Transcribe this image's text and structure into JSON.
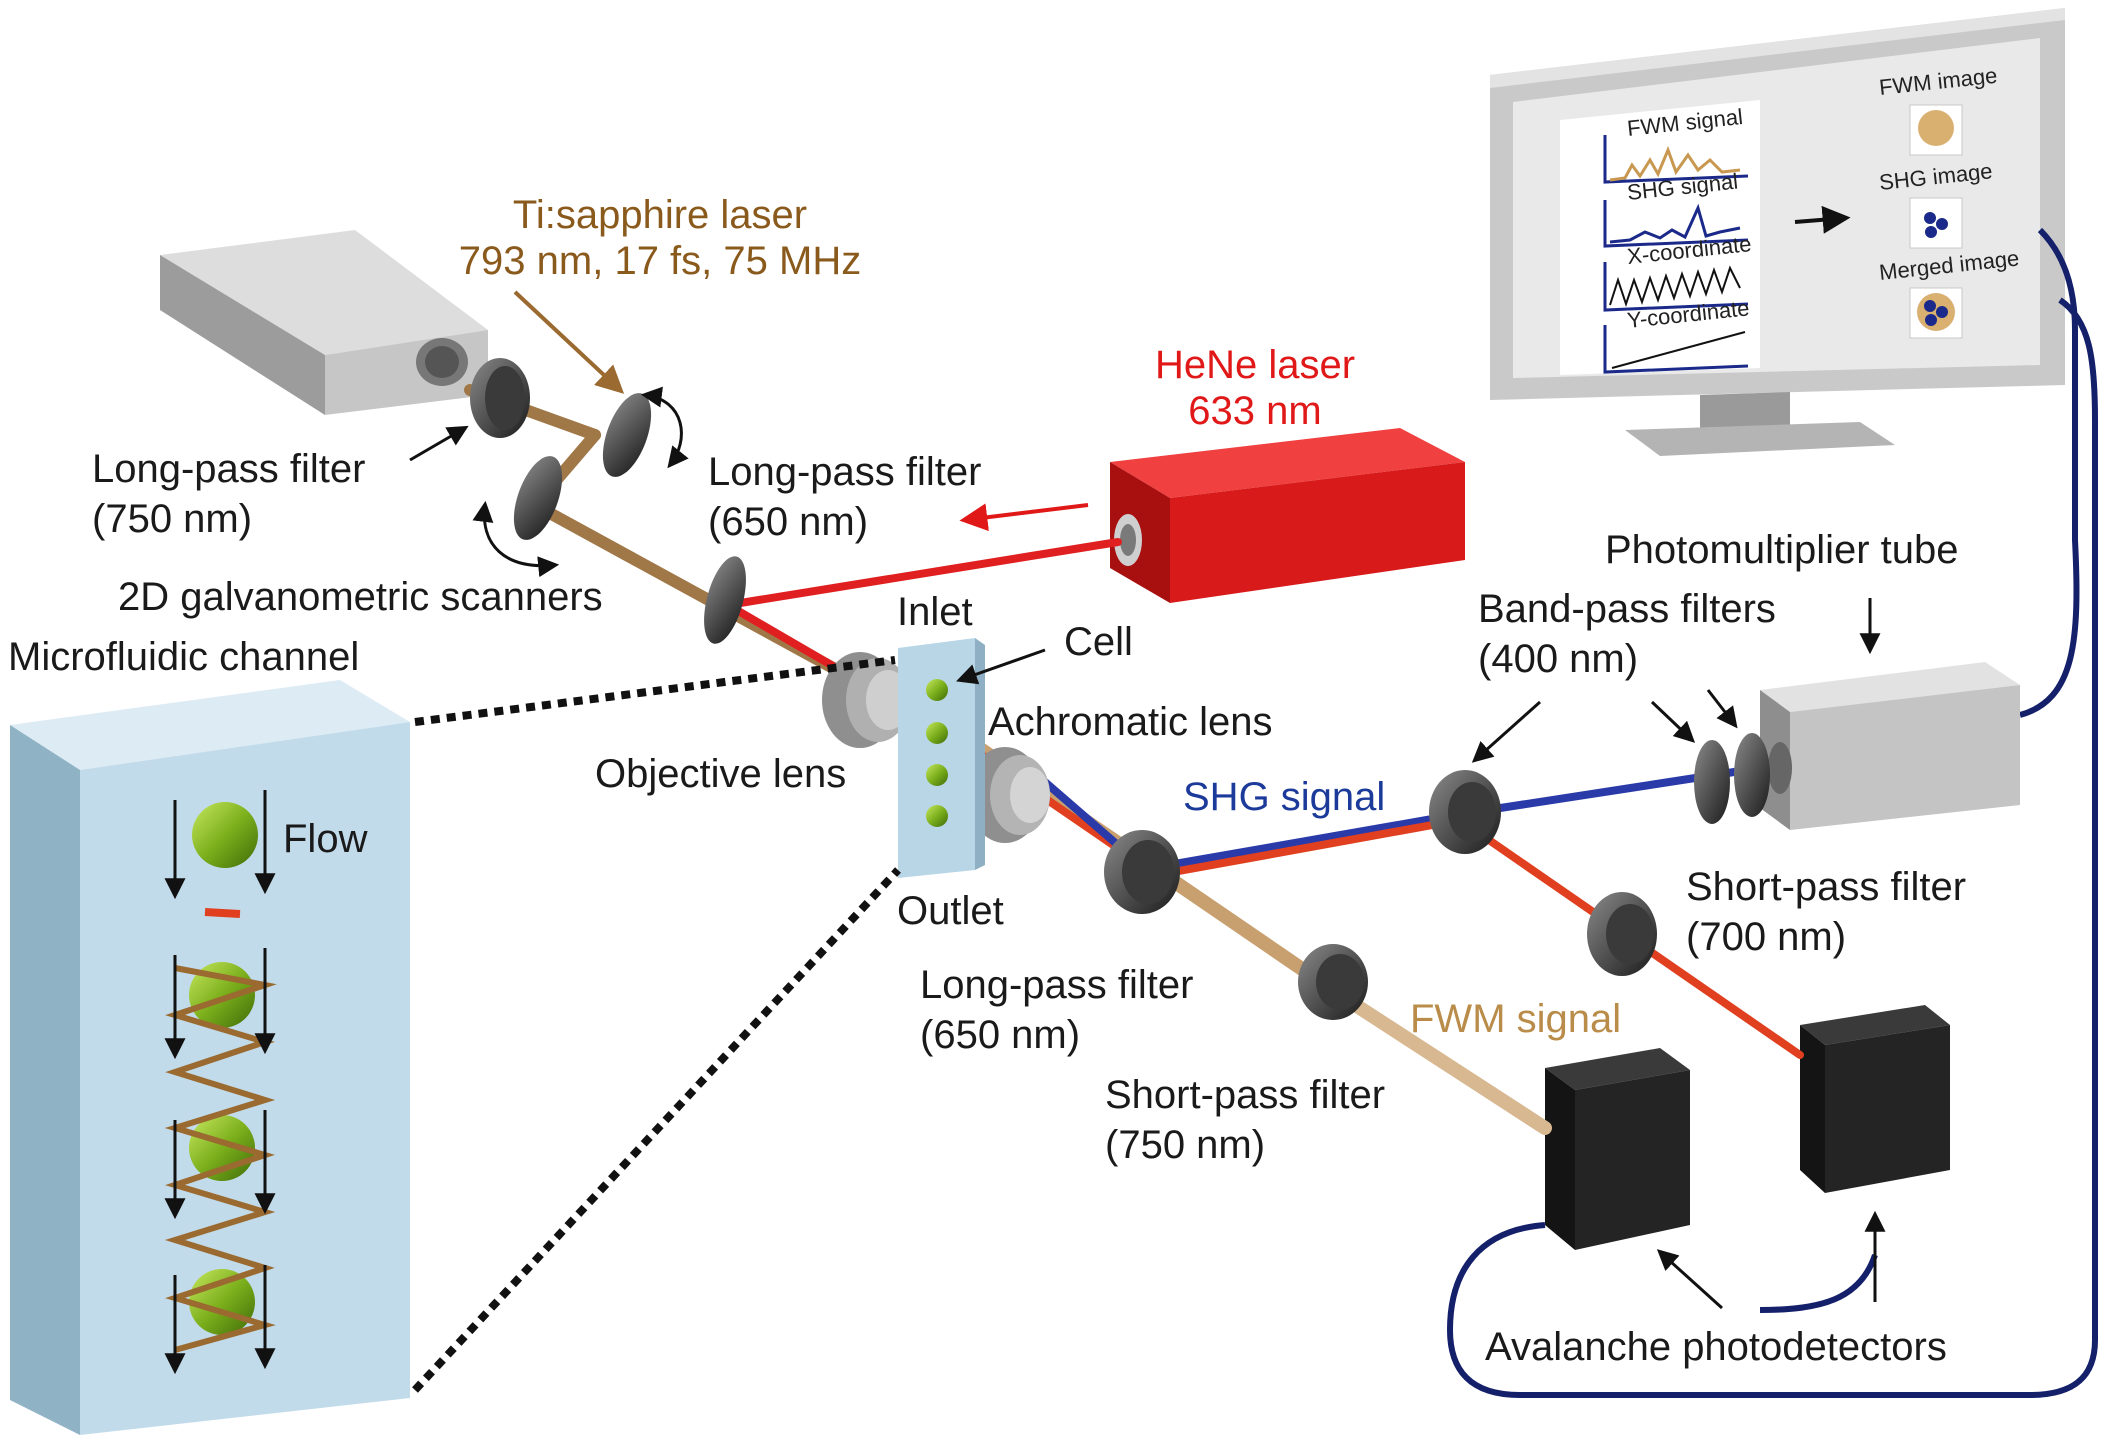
{
  "labels": {
    "ti_laser_line1": "Ti:sapphire laser",
    "ti_laser_line2": "793 nm, 17 fs, 75 MHz",
    "hene_line1": "HeNe laser",
    "hene_line2": "633 nm",
    "lpf750_line1": "Long-pass filter",
    "lpf750_line2": "(750 nm)",
    "galvo": "2D galvanometric scanners",
    "lpf650a_line1": "Long-pass filter",
    "lpf650a_line2": "(650 nm)",
    "microfluidic": "Microfluidic channel",
    "flow": "Flow",
    "inlet": "Inlet",
    "cell": "Cell",
    "achromatic": "Achromatic lens",
    "objective": "Objective lens",
    "outlet": "Outlet",
    "shg_signal": "SHG signal",
    "pmt": "Photomultiplier tube",
    "bpf_line1": "Band-pass filters",
    "bpf_line2": "(400 nm)",
    "spf700_line1": "Short-pass filter",
    "spf700_line2": "(700 nm)",
    "lpf650b_line1": "Long-pass filter",
    "lpf650b_line2": "(650 nm)",
    "fwm_signal": "FWM signal",
    "spf750_line1": "Short-pass filter",
    "spf750_line2": "(750 nm)",
    "apd": "Avalanche photodetectors"
  },
  "screen": {
    "fwm_signal": "FWM signal",
    "shg_signal": "SHG signal",
    "x_coord": "X-coordinate",
    "y_coord": "Y-coordinate",
    "fwm_image": "FWM image",
    "shg_image": "SHG image",
    "merged_image": "Merged image"
  },
  "colors": {
    "ti_beam": "#a07848",
    "hene_beam": "#e02020",
    "shg_beam": "#2a3aa8",
    "fwm_beam": "#c8a070",
    "cable": "#14206a",
    "cell": "#7cb01c",
    "channel": "#c2dbea"
  }
}
